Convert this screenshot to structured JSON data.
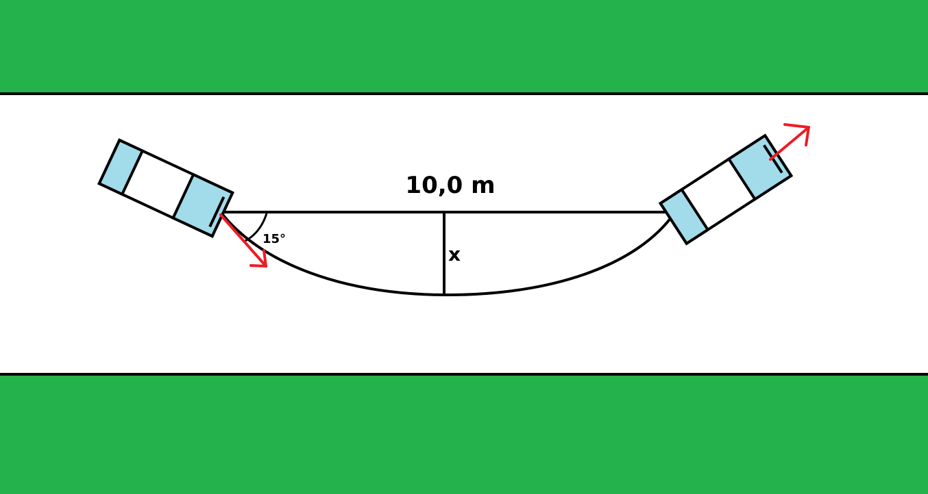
{
  "labels": {
    "distance": "10,0 m",
    "angle": "15°",
    "depth": "x"
  },
  "colors": {
    "grass": "#24b24c",
    "road": "#ffffff",
    "line": "#000000",
    "car_window": "#a2dbea",
    "car_body": "#ffffff",
    "arrow": "#ed1c24"
  }
}
